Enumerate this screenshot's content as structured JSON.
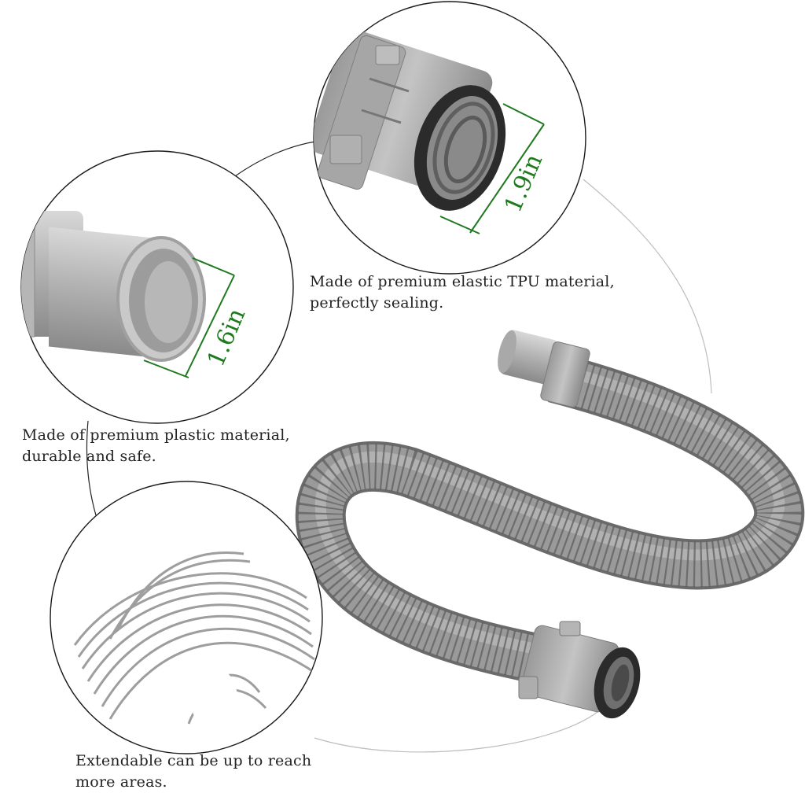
{
  "product_image": {
    "dimensions": {
      "outer_diameter": "1.9in",
      "inner_diameter": "1.6in"
    },
    "captions": {
      "tpu_line1": "Made of premium elastic TPU material,",
      "tpu_line2": "perfectly sealing.",
      "plastic_line1": "Made of premium plastic material,",
      "plastic_line2": "durable and safe.",
      "extend_line1": "Extendable can be up to reach",
      "extend_line2": "more areas."
    },
    "colors": {
      "dimension_green": "#1f7a1f",
      "hose_gray": "#8d8d8d",
      "seal_black": "#2b2b2b"
    }
  }
}
